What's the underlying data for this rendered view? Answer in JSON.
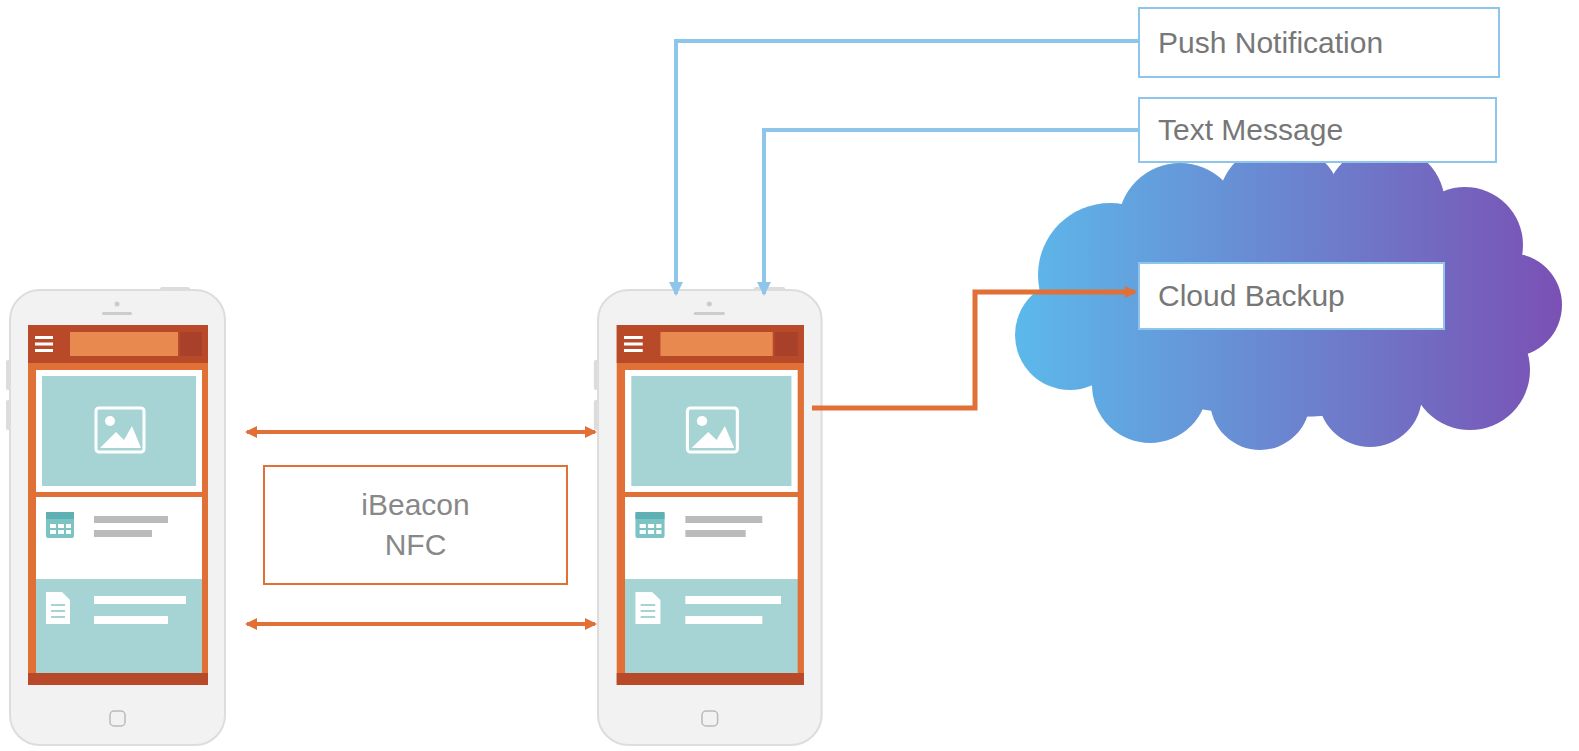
{
  "diagram": {
    "nodes": [
      {
        "text": [
          "Push Notification"
        ]
      },
      {
        "text": [
          "Text Message"
        ]
      },
      {
        "text": [
          "iBeacon NFC"
        ]
      },
      {
        "text": [
          "Cloud Backup"
        ]
      }
    ]
  }
}
